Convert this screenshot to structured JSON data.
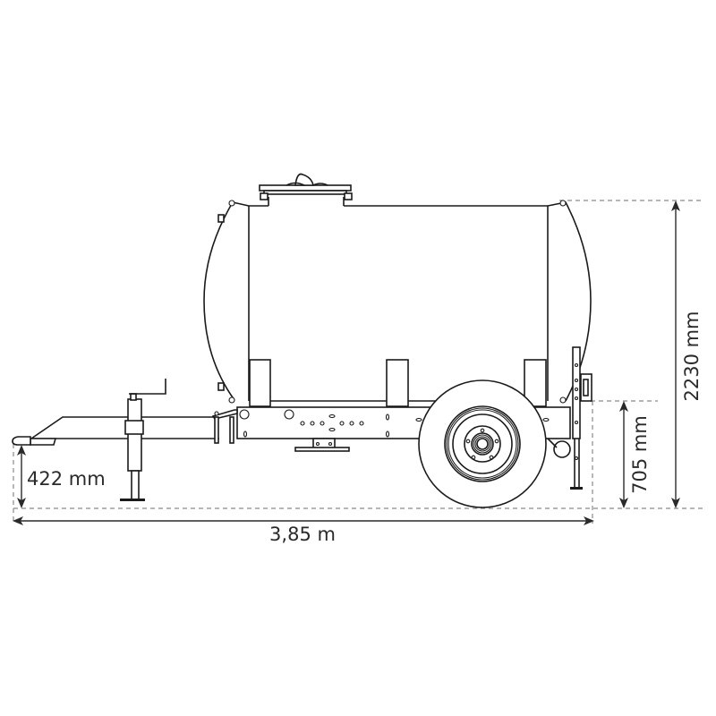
{
  "drawing": {
    "subject": "water tank trailer side elevation",
    "colors": {
      "line": "#1a1a1a",
      "dimension": "#2a2a2a",
      "dashed_guide": "#8a8a8a",
      "background": "#ffffff"
    }
  },
  "dimensions": {
    "overall_length": {
      "label": "3,85 m",
      "orientation": "horizontal"
    },
    "overall_height": {
      "label": "2230 mm",
      "orientation": "vertical"
    },
    "chassis_height": {
      "label": "705 mm",
      "orientation": "vertical"
    },
    "drawbar_height": {
      "label": "422 mm",
      "orientation": "vertical"
    }
  },
  "components": [
    "tank",
    "manhole-lid",
    "tank-saddle-supports",
    "chassis-frame",
    "drawbar",
    "jockey-wheel-jack",
    "wheel",
    "rear-stand",
    "rear-light-bracket"
  ]
}
